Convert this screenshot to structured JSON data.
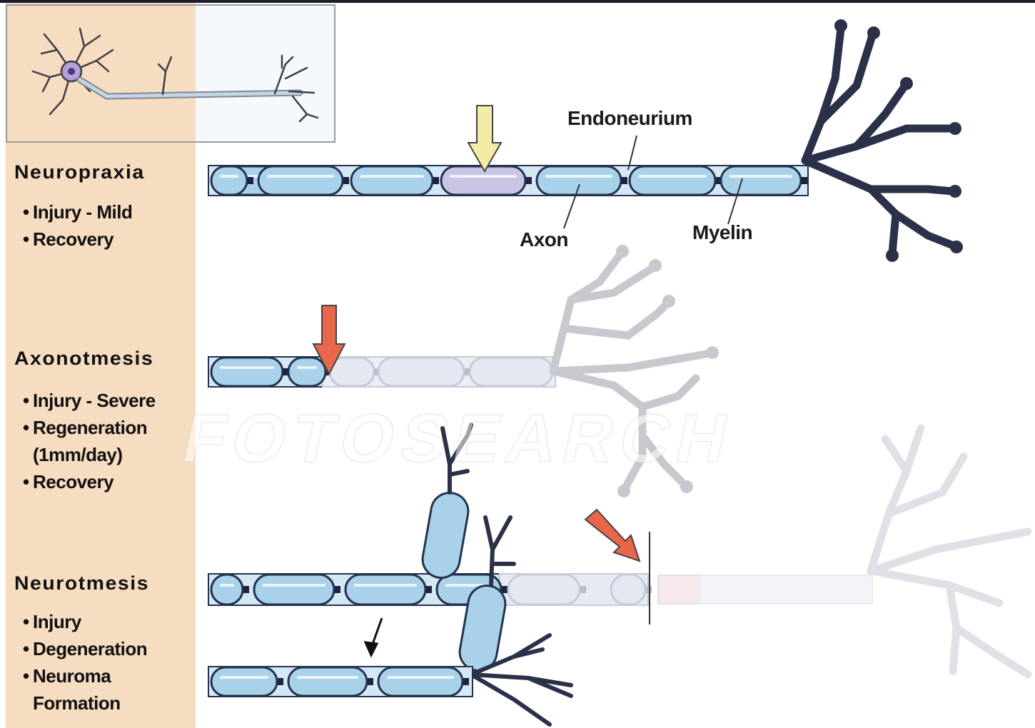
{
  "sections": [
    {
      "title": "Neuropraxia",
      "items": [
        "Injury - Mild",
        "Recovery"
      ]
    },
    {
      "title": "Axonotmesis",
      "items": [
        "Injury - Severe",
        "Regeneration",
        "(1mm/day)",
        "Recovery"
      ]
    },
    {
      "title": "Neurotmesis",
      "items": [
        "Injury",
        "Degeneration",
        "Neuroma",
        "Formation"
      ]
    }
  ],
  "labels": {
    "endoneurium": "Endoneurium",
    "axon": "Axon",
    "myelin": "Myelin"
  },
  "watermark": "FOTOSEARCH",
  "colors": {
    "sidebar": "#f6dcc0",
    "myelin": "#a9d2ea",
    "myelin_outline": "#24324f",
    "nerve_dark": "#2b3148",
    "arrow_mild": "#f3eca7",
    "arrow_severe": "#e8664a",
    "degenerated": "#dde3ef"
  }
}
